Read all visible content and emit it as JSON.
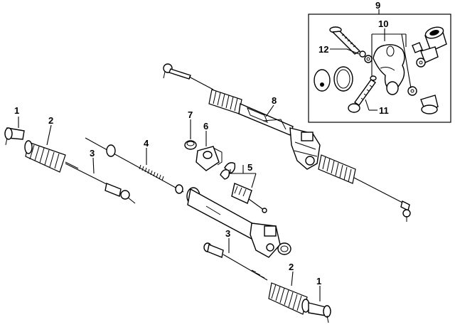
{
  "diagram": {
    "labels": {
      "l1_left": "1",
      "l2_left": "2",
      "l3_left": "3",
      "l4": "4",
      "l5": "5",
      "l6": "6",
      "l7": "7",
      "l8": "8",
      "l9": "9",
      "l10": "10",
      "l11": "11",
      "l12": "12",
      "l3_right": "3",
      "l2_right": "2",
      "l1_right": "1"
    }
  }
}
